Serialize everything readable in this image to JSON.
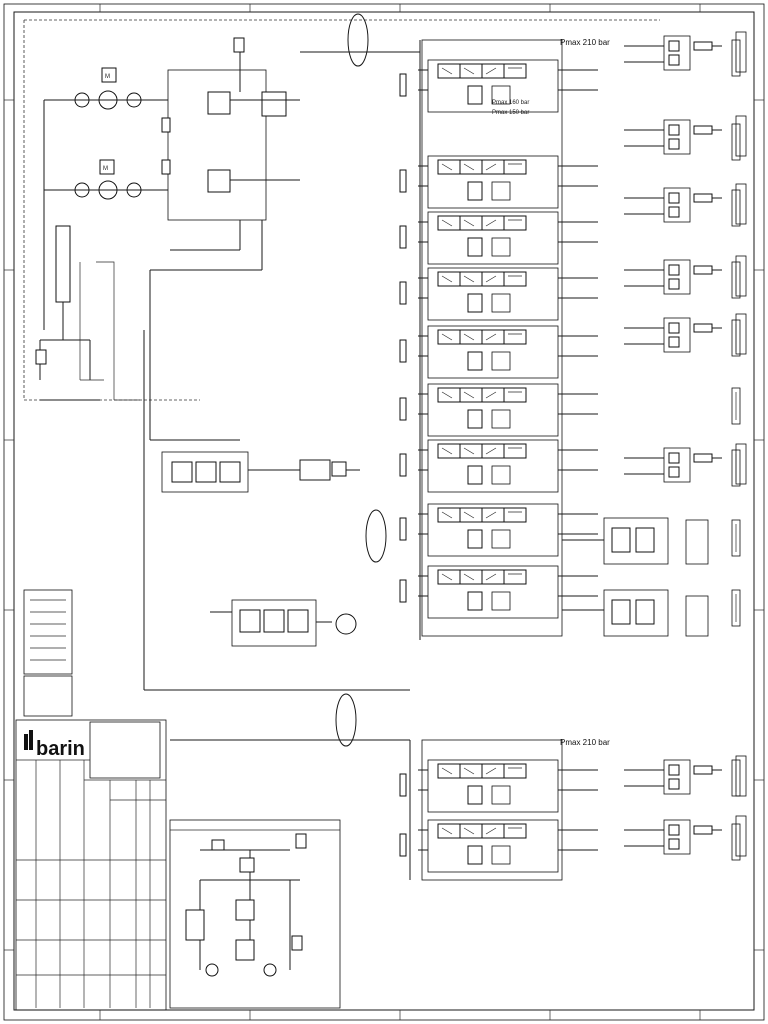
{
  "title_block": {
    "logo_text": "barin"
  },
  "labels": {
    "pressure_top": "Pmax 210 bar",
    "pressure_bottom": "Pmax 210 bar",
    "valve_note_a": "Pmax 160 bar",
    "valve_note_b": "Pmax 150 bar"
  }
}
